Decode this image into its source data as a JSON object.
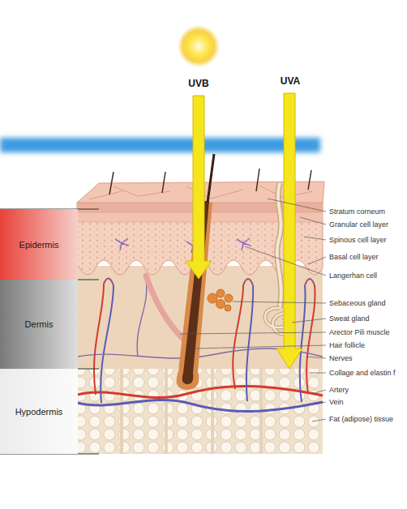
{
  "diagram": {
    "nodes": [
      {
        "text": [
          "Epidermis"
        ]
      },
      {
        "text": [
          "Dermis"
        ]
      },
      {
        "text": [
          "Hypodermis"
        ]
      }
    ],
    "labels": [
      "UVB",
      "UVA",
      "Stratum corneum",
      "Granular cell layer",
      "Spinous cell layer",
      "Basal cell layer",
      "Langerhan cell",
      "Sebaceous gland",
      "Sweat gland",
      "Arector Pili muscle",
      "Hair follicle",
      "Nerves",
      "Collage and elastin f",
      "Artery",
      "Vein",
      "Fat (adipose) tissue"
    ]
  }
}
